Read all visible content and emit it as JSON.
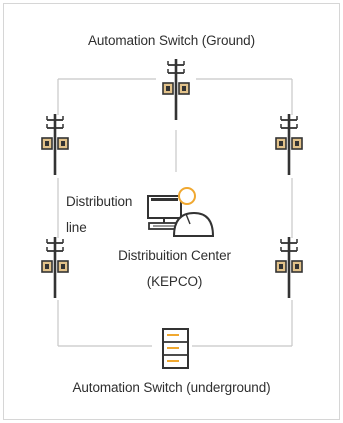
{
  "labels": {
    "top_switch": "Automation Switch (Ground)",
    "bottom_switch": "Automation Switch (underground)",
    "distribution_line": [
      "Distribution",
      "line"
    ],
    "center": [
      "Distribuition Center",
      "(KEPCO)"
    ]
  },
  "colors": {
    "line": "#c8c8c8",
    "icon_stroke": "#333333",
    "switch_fill": "#e2c28a",
    "accent": "#f0a830"
  },
  "icons": {
    "pole": "utility-pole-icon",
    "computer": "computer-monitor-icon",
    "operator": "operator-person-icon",
    "server": "server-rack-icon"
  }
}
